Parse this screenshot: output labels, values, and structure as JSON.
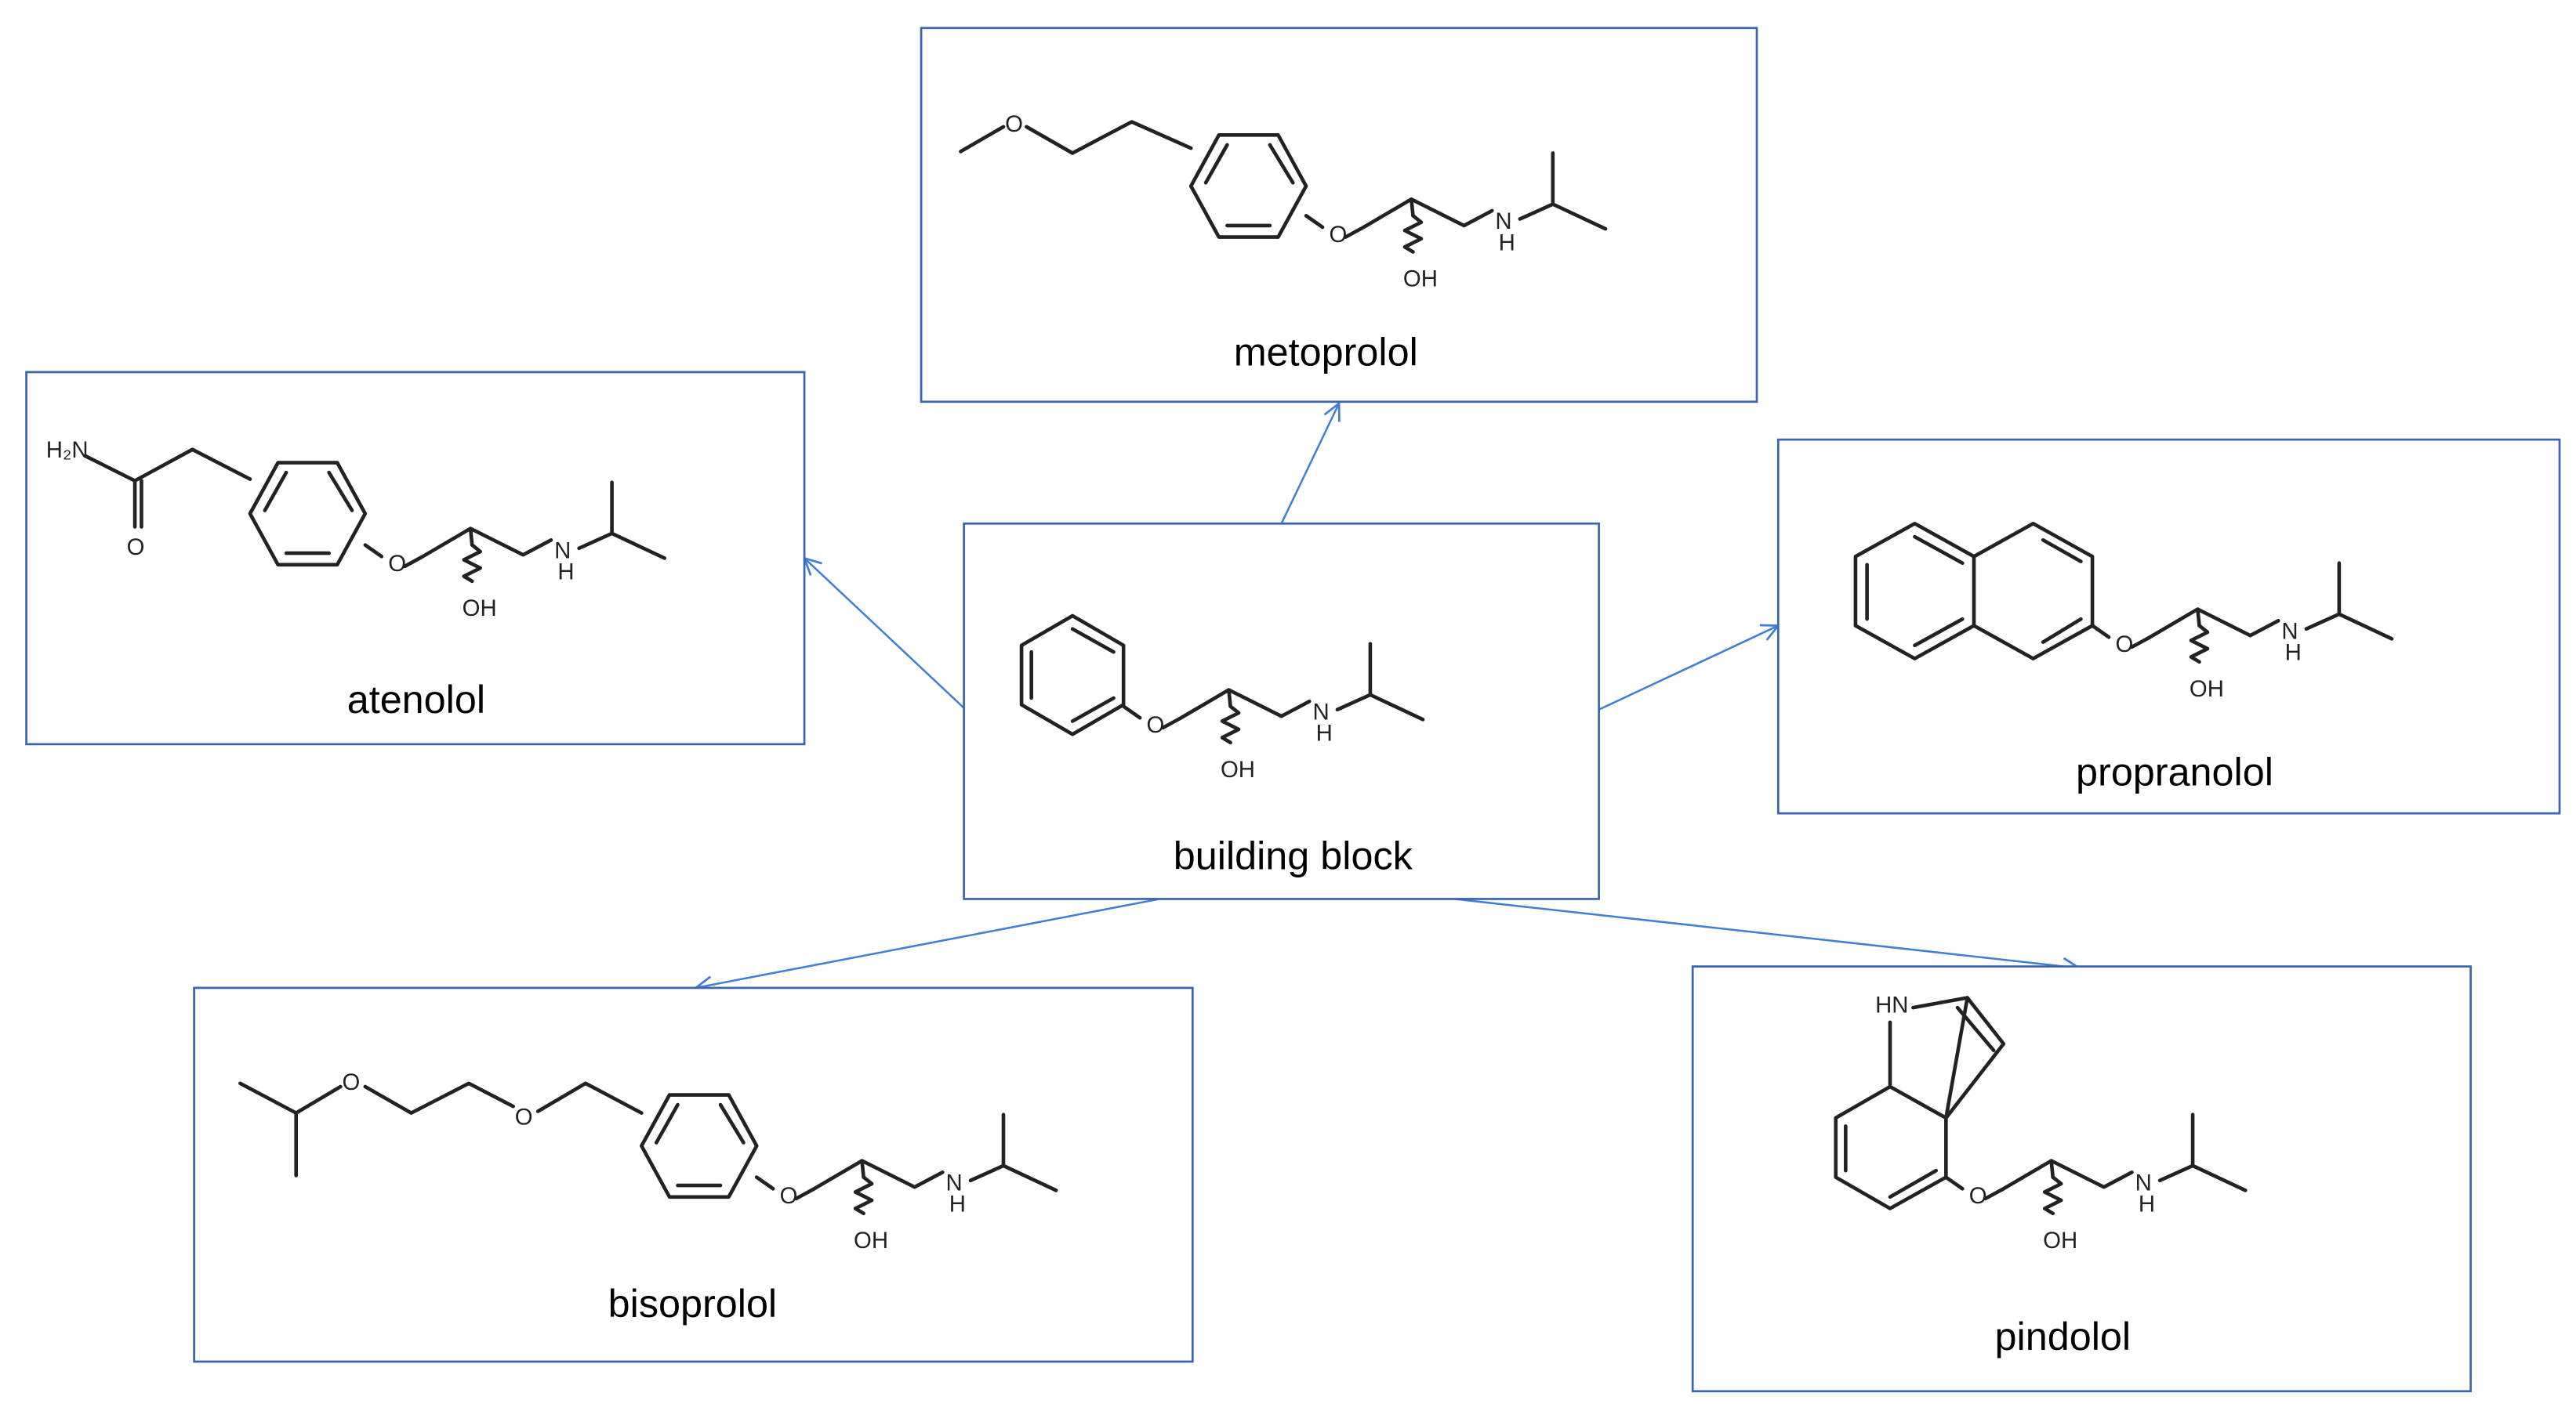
{
  "colors": {
    "box_stroke": "#3a66b0",
    "arrow_stroke": "#3f7fd6",
    "bond": "#222222",
    "text": "#000000"
  },
  "molecules": {
    "center": {
      "name": "building block"
    },
    "metoprolol": {
      "name": "metoprolol"
    },
    "atenolol": {
      "name": "atenolol"
    },
    "propranolol": {
      "name": "propranolol"
    },
    "bisoprolol": {
      "name": "bisoprolol"
    },
    "pindolol": {
      "name": "pindolol"
    }
  },
  "atom_labels": {
    "o": "O",
    "oh": "OH",
    "nh": "N",
    "h": "H",
    "h2n": "H₂N",
    "hn": "HN"
  }
}
